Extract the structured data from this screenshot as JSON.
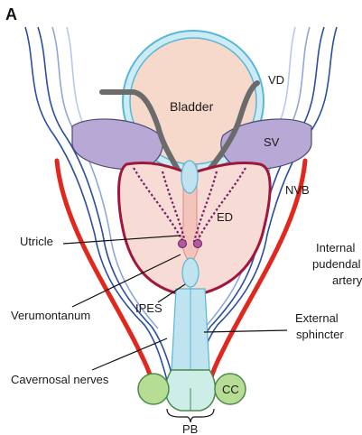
{
  "panel_letter": "A",
  "colors": {
    "bladder_fill": "#f7d9cc",
    "bladder_rim": "#55b8d8",
    "seminal_vesicle": "#b8a8d6",
    "prostate_fill": "#f7dcd6",
    "prostate_outline": "#a0163c",
    "ejaculatory_duct": "#7a1a6b",
    "urethra": "#bfe3ef",
    "nerves": "#2d4ea0",
    "artery": "#e0281e",
    "corpus_cavernosum": "#b7dd95",
    "penile_bulb": "#cdeee7",
    "vas_deferens": "#6b6b6b"
  },
  "labels": {
    "bladder": "Bladder",
    "vd": "VD",
    "sv": "SV",
    "nvb": "NVB",
    "ed": "ED",
    "utricle": "Utricle",
    "internal_pudendal_line1": "Internal",
    "internal_pudendal_line2": "pudendal",
    "internal_pudendal_line3": "artery",
    "verumontanum": "Verumontanum",
    "ipes": "IPES",
    "external_sphincter_line1": "External",
    "external_sphincter_line2": "sphincter",
    "cavernosal_nerves": "Cavernosal nerves",
    "cc": "CC",
    "pb": "PB"
  }
}
